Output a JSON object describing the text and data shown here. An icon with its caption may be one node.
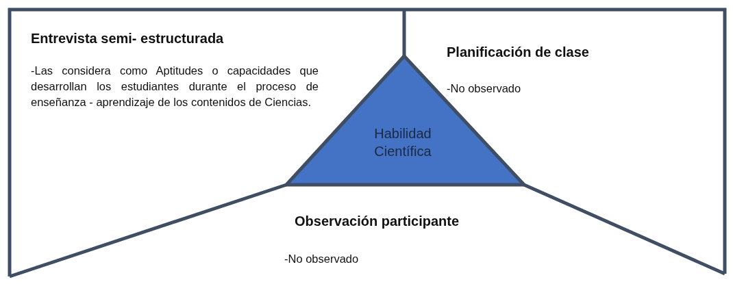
{
  "diagram": {
    "nodes": [
      {
        "text": [
          "Entrevista semi- estructurada",
          "-Las considera como Aptitudes o capacidades que desarrollan los estudiantes durante el proceso de enseñanza - aprendizaje de los contenidos de Ciencias."
        ]
      },
      {
        "text": [
          "Planificación de clase",
          "-No observado"
        ]
      },
      {
        "text": [
          "Observación participante",
          "-No observado"
        ]
      },
      {
        "text": [
          "Habilidad Científica"
        ]
      }
    ],
    "edges": []
  }
}
